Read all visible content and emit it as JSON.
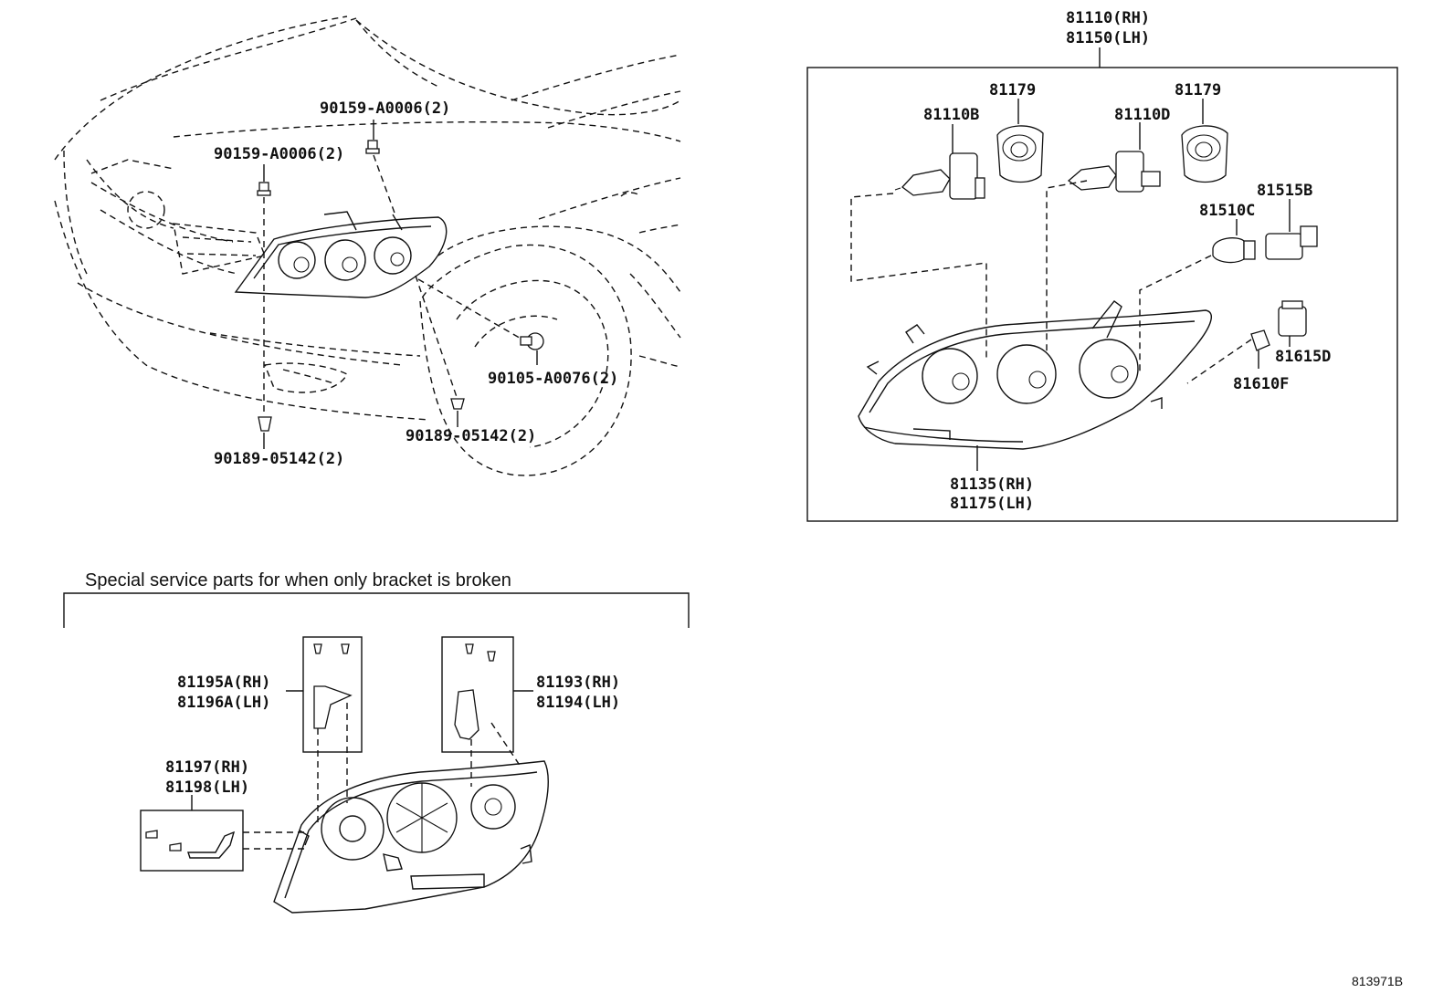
{
  "callouts": {
    "clip_top_right": "90159-A0006(2)",
    "clip_top_left": "90159-A0006(2)",
    "screw_right": "90105-A0076(2)",
    "clip_bottom_right": "90189-05142(2)",
    "clip_bottom_left": "90189-05142(2)",
    "unit_rh": "81110(RH)",
    "unit_lh": "81150(LH)",
    "socket_a": "81179",
    "socket_b": "81179",
    "bulb_hi": "81110B",
    "bulb_lo": "81110D",
    "socket_side": "81515B",
    "bulb_side": "81510C",
    "socket_park": "81615D",
    "bulb_park": "81610F",
    "housing_rh": "81135(RH)",
    "housing_lh": "81175(LH)",
    "bracket_a_rh": "81195A(RH)",
    "bracket_a_lh": "81196A(LH)",
    "bracket_b_rh": "81193(RH)",
    "bracket_b_lh": "81194(LH)",
    "bracket_c_rh": "81197(RH)",
    "bracket_c_lh": "81198(LH)"
  },
  "special_note": "Special service parts for when only bracket is broken",
  "illustration_ref": "813971B"
}
